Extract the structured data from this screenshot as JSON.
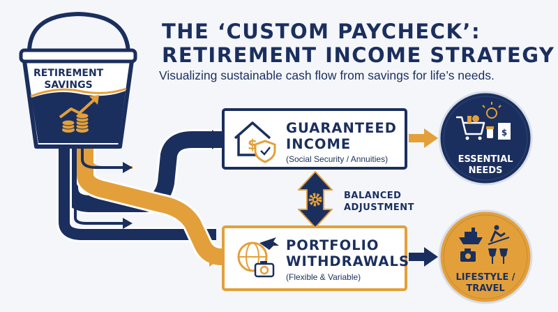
{
  "header": {
    "title_line1": "THE ‘CUSTOM PAYCHECK’:",
    "title_line2": "RETIREMENT INCOME STRATEGY",
    "subtitle": "Visualizing sustainable cash flow from savings for life’s needs."
  },
  "bucket": {
    "label_line1": "RETIREMENT",
    "label_line2": "SAVINGS",
    "icon": "growth-coins-icon"
  },
  "guaranteed": {
    "title_line1": "GUARANTEED",
    "title_line2": "INCOME",
    "subtitle": "(Social Security / Annuities)",
    "icon": "house-shield-dollar-icon"
  },
  "portfolio": {
    "title_line1": "PORTFOLIO",
    "title_line2": "WITHDRAWALS",
    "subtitle": "(Flexible & Variable)",
    "icon": "globe-plane-camera-icon"
  },
  "balance": {
    "label_line1": "BALANCED",
    "label_line2": "ADJUSTMENT",
    "icon": "gear-icon"
  },
  "essential": {
    "label_line1": "ESSENTIAL",
    "label_line2": "NEEDS",
    "icon": "cart-pills-bill-icon"
  },
  "lifestyle": {
    "label_line1": "LIFESTYLE /",
    "label_line2": "TRAVEL",
    "icon": "ship-skier-camera-wine-icon"
  },
  "colors": {
    "navy": "#1b2f5e",
    "orange": "#e3a03a",
    "background": "#f4f6fa"
  }
}
